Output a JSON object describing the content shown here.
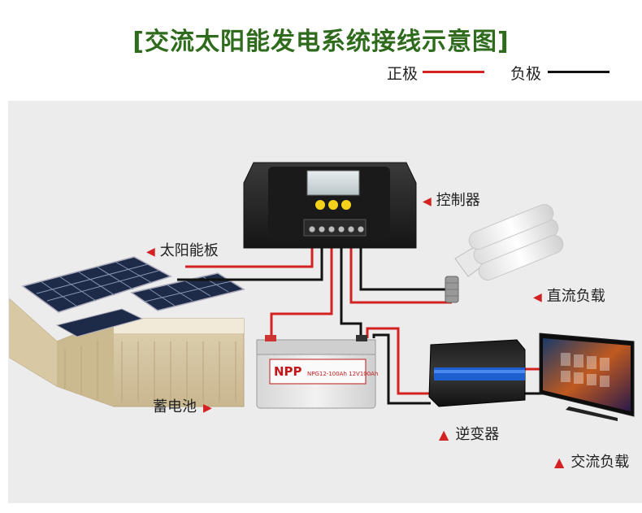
{
  "title": "[交流太阳能发电系统接线示意图]",
  "legend": {
    "positive_label": "正极",
    "positive_color": "#d42222",
    "negative_label": "负极",
    "negative_color": "#111111"
  },
  "labels": {
    "controller": "控制器",
    "solar_panel": "太阳能板",
    "dc_load": "直流负载",
    "battery": "蓄电池",
    "inverter": "逆变器",
    "ac_load": "交流负载"
  },
  "battery_brand": "NPP",
  "battery_model": "NPG12-100Ah 12V100Ah",
  "icons": {
    "controller": "charge-controller-icon",
    "solar": "solar-panel-house-icon",
    "bulb": "cfl-bulb-icon",
    "battery": "battery-icon",
    "inverter": "inverter-icon",
    "tv": "television-icon"
  }
}
